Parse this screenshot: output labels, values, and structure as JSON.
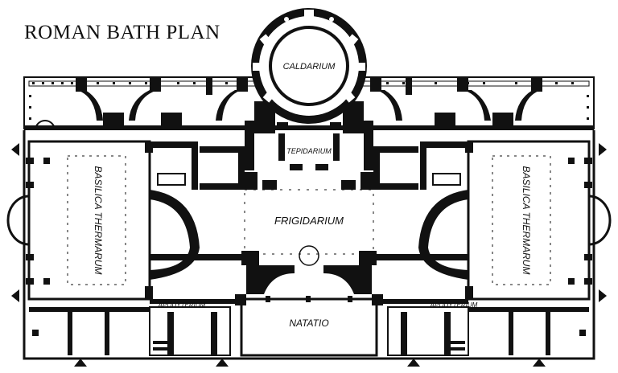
{
  "title": "ROMAN BATH PLAN",
  "rooms": {
    "caldarium": "CALDARIUM",
    "tepidarium": "TEPIDARIUM",
    "frigidarium": "FRIGIDARIUM",
    "natatio": "NATATIO",
    "apodyterium_left": "APODYTERIUM",
    "apodyterium_right": "APODYTERIUM",
    "basilica_left": "BASILICA THERMARUM",
    "basilica_right": "BASILICA THERMARUM"
  },
  "colors": {
    "wall": "#111111",
    "paper": "#ffffff",
    "ink": "#111111"
  }
}
